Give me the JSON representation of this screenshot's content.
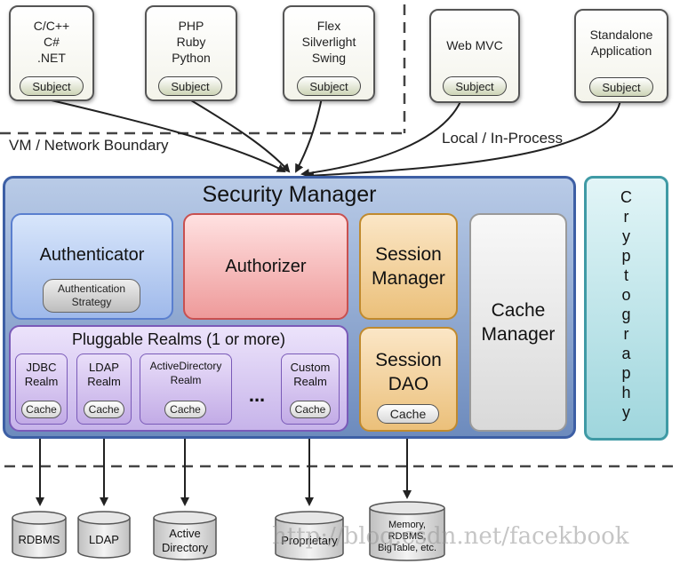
{
  "clients": [
    {
      "label": "C/C++\nC#\n.NET",
      "subject": "Subject"
    },
    {
      "label": "PHP\nRuby\nPython",
      "subject": "Subject"
    },
    {
      "label": "Flex\nSilverlight\nSwing",
      "subject": "Subject"
    },
    {
      "label": "Web MVC",
      "subject": "Subject"
    },
    {
      "label": "Standalone\nApplication",
      "subject": "Subject"
    }
  ],
  "boundaries": {
    "vm_network": "VM / Network Boundary",
    "local": "Local / In-Process"
  },
  "security_manager": {
    "title": "Security Manager",
    "authenticator": {
      "label": "Authenticator",
      "strategy": "Authentication\nStrategy"
    },
    "authorizer": {
      "label": "Authorizer"
    },
    "session_manager": {
      "label": "Session\nManager"
    },
    "session_dao": {
      "label": "Session\nDAO",
      "cache": "Cache"
    },
    "cache_manager": {
      "label": "Cache\nManager"
    },
    "pluggable_realms": {
      "title": "Pluggable Realms (1 or more)",
      "realms": [
        {
          "label": "JDBC\nRealm",
          "cache": "Cache"
        },
        {
          "label": "LDAP\nRealm",
          "cache": "Cache"
        },
        {
          "label": "ActiveDirectory\nRealm",
          "cache": "Cache"
        },
        {
          "label": "Custom\nRealm",
          "cache": "Cache"
        }
      ],
      "ellipsis": "..."
    }
  },
  "cryptography": [
    "C",
    "r",
    "y",
    "p",
    "t",
    "o",
    "g",
    "r",
    "a",
    "p",
    "h",
    "y"
  ],
  "datastores": [
    {
      "label": "RDBMS"
    },
    {
      "label": "LDAP"
    },
    {
      "label": "Active\nDirectory"
    },
    {
      "label": "Proprietary"
    },
    {
      "label": "Memory,\nRDBMS,\nBigTable, etc."
    }
  ],
  "watermark": "http://blog.csdn.net/facekbook"
}
